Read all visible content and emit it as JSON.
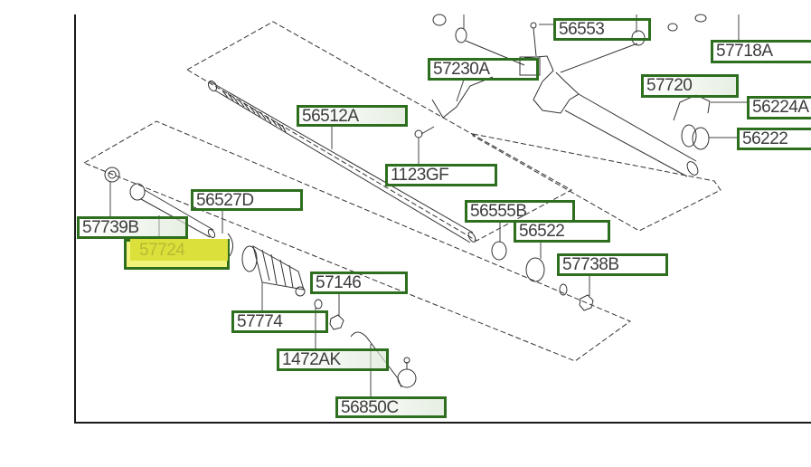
{
  "diagram": {
    "title": "Steering Gear Box Parts Diagram",
    "highlight_color": "#dce03a",
    "label_border_color": "#2e6e1f",
    "labels": [
      {
        "id": "56553",
        "text": "56553"
      },
      {
        "id": "57718A",
        "text": "57718A"
      },
      {
        "id": "57230A",
        "text": "57230A"
      },
      {
        "id": "57720",
        "text": "57720"
      },
      {
        "id": "56224A",
        "text": "56224A"
      },
      {
        "id": "56512A",
        "text": "56512A"
      },
      {
        "id": "56222",
        "text": "56222"
      },
      {
        "id": "1123GF",
        "text": "1123GF"
      },
      {
        "id": "56527D",
        "text": "56527D"
      },
      {
        "id": "57739B",
        "text": "57739B"
      },
      {
        "id": "56555B",
        "text": "56555B"
      },
      {
        "id": "56522",
        "text": "56522"
      },
      {
        "id": "57724",
        "text": "57724",
        "highlighted": true
      },
      {
        "id": "57738B",
        "text": "57738B"
      },
      {
        "id": "57146",
        "text": "57146"
      },
      {
        "id": "57774",
        "text": "57774"
      },
      {
        "id": "1472AK",
        "text": "1472AK"
      },
      {
        "id": "56850C",
        "text": "56850C"
      }
    ]
  }
}
